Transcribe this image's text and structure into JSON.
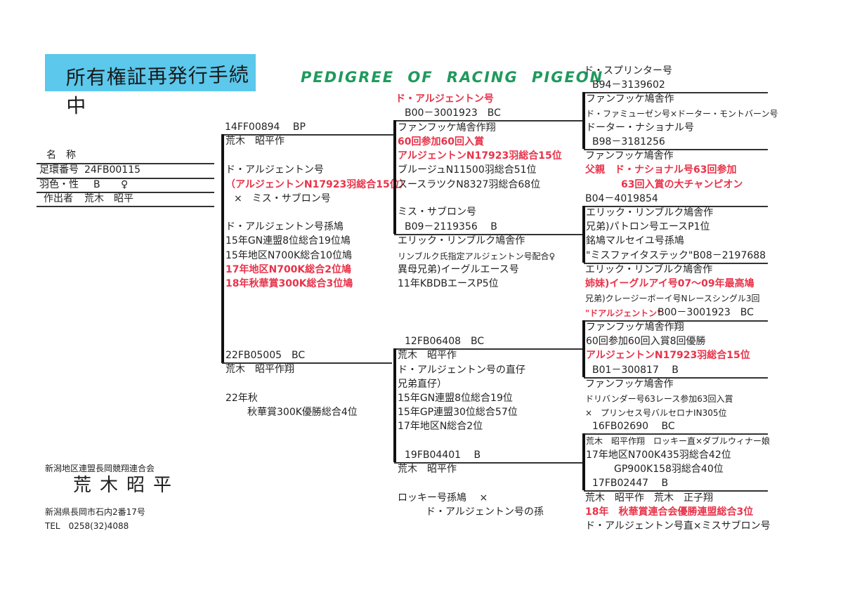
{
  "note": "所有権証再発行手続中",
  "title": "PEDIGREE OF RACING PIGEON",
  "bird": {
    "name_label": "名　称",
    "ring_label": "足環番号",
    "ring": "24FB00115",
    "color_sex_label": "羽色・性",
    "color": "B",
    "sex": "♀",
    "breeder_label": "作出者",
    "breeder": "荒木　昭平"
  },
  "owner": {
    "club": "新潟地区連盟長岡競翔連合会",
    "name": "荒木昭平",
    "address": "新潟県長岡市石内2番17号",
    "tel": "TEL　0258(32)4088"
  },
  "sire": {
    "ring": "14FF00894　 BP",
    "lines": [
      "荒木　昭平作",
      "ド・アルジェントン号",
      "（アルジェントンN17923羽総合15位）",
      "×　ミス・サブロン号",
      "ド・アルジェントン号孫鳩",
      "15年GN連盟8位総合19位鳩",
      "15年地区N700K総合10位鳩",
      "17年地区N700K総合2位鳩",
      "18年秋華賞300K総合3位鳩"
    ]
  },
  "dam": {
    "ring": "22FB05005　BC",
    "lines": [
      "荒木　昭平作翔",
      "22年秋",
      "秋華賞300K優勝総合4位"
    ]
  },
  "ss": {
    "name": "ド・アルジェントン号",
    "ring": "B00－3001923　BC",
    "lines": [
      "ファンフッケ鳩舎作翔",
      "60回参加60回入賞",
      "アルジェントンN17923羽総合15位",
      "ブルージュN11500羽総合51位",
      "スースラツクN8327羽総合68位"
    ]
  },
  "sd": {
    "name": "ミス・サブロン号",
    "ring": "B09－2119356　 B",
    "lines": [
      "エリック・リンブルク鳩舎作",
      "リンブルク氏指定アルジェントン号配合♀",
      "異母兄弟)イーグルエース号",
      "11年KBDBエースP5位"
    ]
  },
  "ds": {
    "ring": "12FB06408　BC",
    "lines": [
      "荒木　昭平作",
      "ド・アルジェントン号の直仔",
      "兄弟直仔）",
      "15年GN連盟8位総合19位",
      "15年GP連盟30位総合57位",
      "17年地区N総合2位"
    ]
  },
  "dd": {
    "ring": "19FB04401　 B",
    "lines": [
      "荒木　昭平作",
      "ロッキー号孫鳩　 ×",
      "ド・アルジェントン号の孫"
    ]
  },
  "g3": [
    [
      "ド・スプリンター号",
      "B94－3139602"
    ],
    [
      "ファンフッケ鳩舎作",
      "ド・ファミューゼン号×ドーター・モントバーン号",
      "ドーター・ナショナル号",
      "B98－3181256"
    ],
    [
      "ファンフッケ鳩舎作",
      "父親　ド・ナショナル号63回参加",
      "63回入賞の大チャンピオン",
      "B04－4019854"
    ],
    [
      "エリック・リンブルク鳩舎作",
      "兄弟)パトロン号エースP1位",
      "銘鳩マルセイユ号孫鳩",
      "\"ミスファイタステック\"B08－2197688"
    ],
    [
      "エリック・リンブルク鳩舎作",
      "姉妹)イーグルアイ号07～09年最高鳩",
      "兄弟)クレージーボーイ号Nレースシングル3回",
      "\"ドアルジェントン\"",
      "B00－3001923　BC"
    ],
    [
      "ファンフッケ鳩舎作翔",
      "60回参加60回入賞8回優勝",
      "アルジェントンN17923羽総合15位",
      "B01－300817　 B"
    ],
    [
      "ファンフッケ鳩舎作",
      "ドリバンダー号63レース参加63回入賞",
      "×　プリンセス号バルセロナIN305位",
      "16FB02690　 BC"
    ],
    [
      "荒木　昭平作翔　ロッキー直×ダブルウィナー娘",
      "17年地区N700K435羽総合42位",
      "GP900K158羽総合40位",
      "17FB02447　 B"
    ],
    [
      "荒木　昭平作　荒木　正子翔",
      "18年　秋華賞連合会優勝連盟総合3位",
      "ド・アルジェントン号直×ミスサブロン号"
    ]
  ]
}
